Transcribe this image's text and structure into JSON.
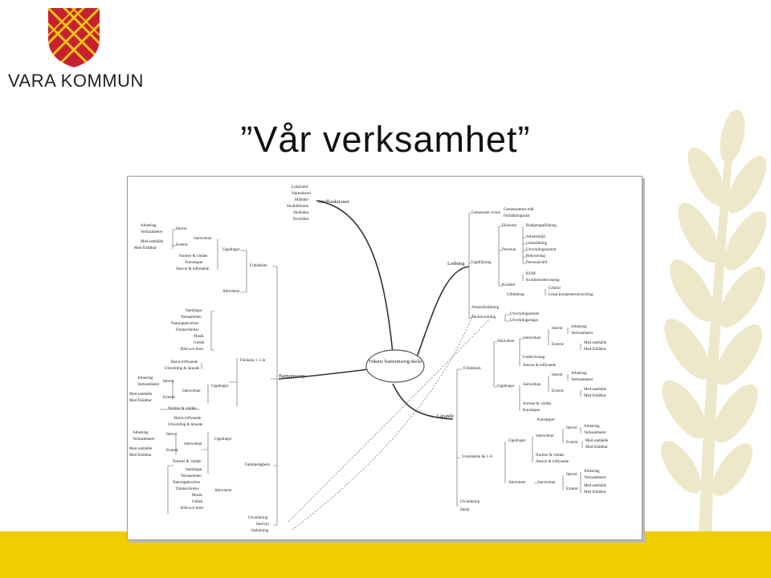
{
  "slide": {
    "title": "”Vår verksamhet”",
    "logo_text": "VARA KOMMUN"
  },
  "colors": {
    "band": "#f1cc00",
    "shield": "#c9202f",
    "shield_stripe": "#f0c419",
    "wheat": "#ece8c9"
  },
  "mindmap": {
    "center": "Vokme barnomsorg/skola",
    "branches": [
      {
        "name": "Stödfunktioner",
        "items": [
          "Lokalvård",
          "Vaktmästeri",
          "Måltider",
          "Skolbibliotek",
          "Skolhälsa",
          "Elevhälsa"
        ]
      },
      {
        "name": "Ledning",
        "items": [
          "Gemensam vision",
          "Gemensamma mål",
          "Förhållningssätt",
          "Ekonomi",
          "Budgetuppföljning",
          "Personal",
          "Arbetsmiljö",
          "Lönesättning",
          "Utvecklingssamtal",
          "Rekrytering",
          "Personalvård",
          "Kvalitet",
          "KUM",
          "Kvalitetsredovisning",
          "Utbildning",
          "Central",
          "Lokal kompetensutveckling",
          "Uppföljning",
          "Arbetsfördelning",
          "Skolutveckling",
          "Utvecklingsarbete",
          "Utvecklingsdagar"
        ]
      },
      {
        "name": "Barnomsorg",
        "items": [
          "Fritidshem",
          "Förskola 1–5 år",
          "Familjedaghem",
          "Uppdraget",
          "Aktiviteter",
          "Samverkan",
          "Internt",
          "Externt",
          "Arbetslag",
          "Verksamheter",
          "Med samhälle",
          "Med föräldrar",
          "Normer & värden",
          "Kunskaper",
          "Ansvar & inflytande",
          "Samlingar",
          "Temaarbeten",
          "Naturupplevelser",
          "Drama/rörelse",
          "Musik",
          "Utelek",
          "Bild och form",
          "Barns inflytande",
          "Utveckling & lärande",
          "Utvärdering",
          "Intervju",
          "Inskolning"
        ]
      },
      {
        "name": "Lärande",
        "items": [
          "Fritidshem",
          "Grundskola åk 1–6",
          "Utvärdering",
          "Inköp",
          "Aktiviteter",
          "Uppdraget",
          "Samverkan",
          "Internt",
          "Externt",
          "Arbetslag",
          "Verksamheter",
          "Med samhälle",
          "Med föräldrar",
          "Undervisning",
          "Ansvar & inflytande",
          "Normer & värden",
          "Kunskaper"
        ]
      }
    ]
  }
}
